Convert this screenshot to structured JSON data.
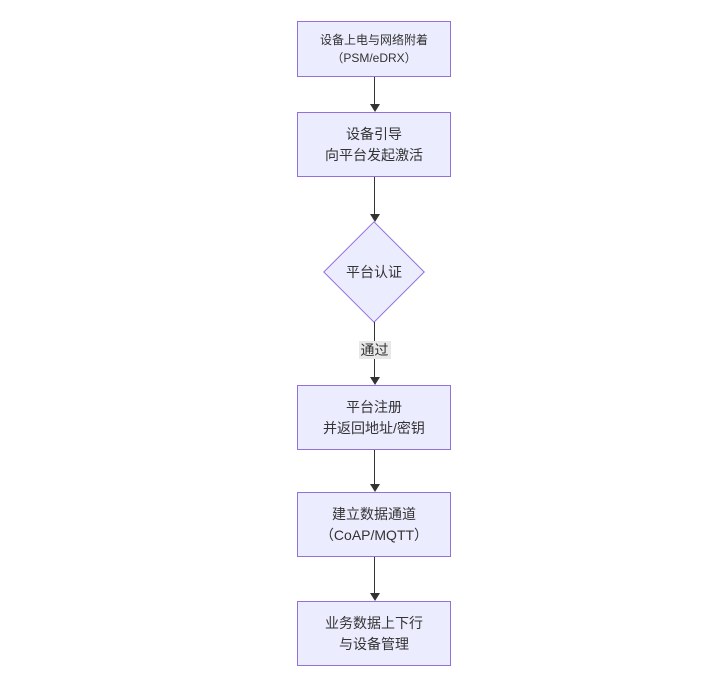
{
  "diagram": {
    "type": "flowchart",
    "direction": "top-down",
    "colors": {
      "background": "#ffffff",
      "node_fill": "#ECECFF",
      "node_border": "#9370DB",
      "text_color": "#333333",
      "edge_color": "#333333",
      "edge_label_bg": "#e8e8e8"
    },
    "nodes": [
      {
        "id": "power-attach",
        "type": "rect",
        "lines": [
          "设备上电与网络附着",
          "（PSM/eDRX）"
        ]
      },
      {
        "id": "bootstrap",
        "type": "rect",
        "lines": [
          "设备引导",
          "向平台发起激活"
        ]
      },
      {
        "id": "auth",
        "type": "diamond",
        "lines": [
          "平台认证"
        ]
      },
      {
        "id": "register",
        "type": "rect",
        "lines": [
          "平台注册",
          "并返回地址/密钥"
        ]
      },
      {
        "id": "channel",
        "type": "rect",
        "lines": [
          "建立数据通道",
          "（CoAP/MQTT）"
        ]
      },
      {
        "id": "business",
        "type": "rect",
        "lines": [
          "业务数据上下行",
          "与设备管理"
        ]
      }
    ],
    "edges": [
      {
        "from": "power-attach",
        "to": "bootstrap",
        "label": ""
      },
      {
        "from": "bootstrap",
        "to": "auth",
        "label": ""
      },
      {
        "from": "auth",
        "to": "register",
        "label": "通过"
      },
      {
        "from": "register",
        "to": "channel",
        "label": ""
      },
      {
        "from": "channel",
        "to": "business",
        "label": ""
      }
    ]
  }
}
